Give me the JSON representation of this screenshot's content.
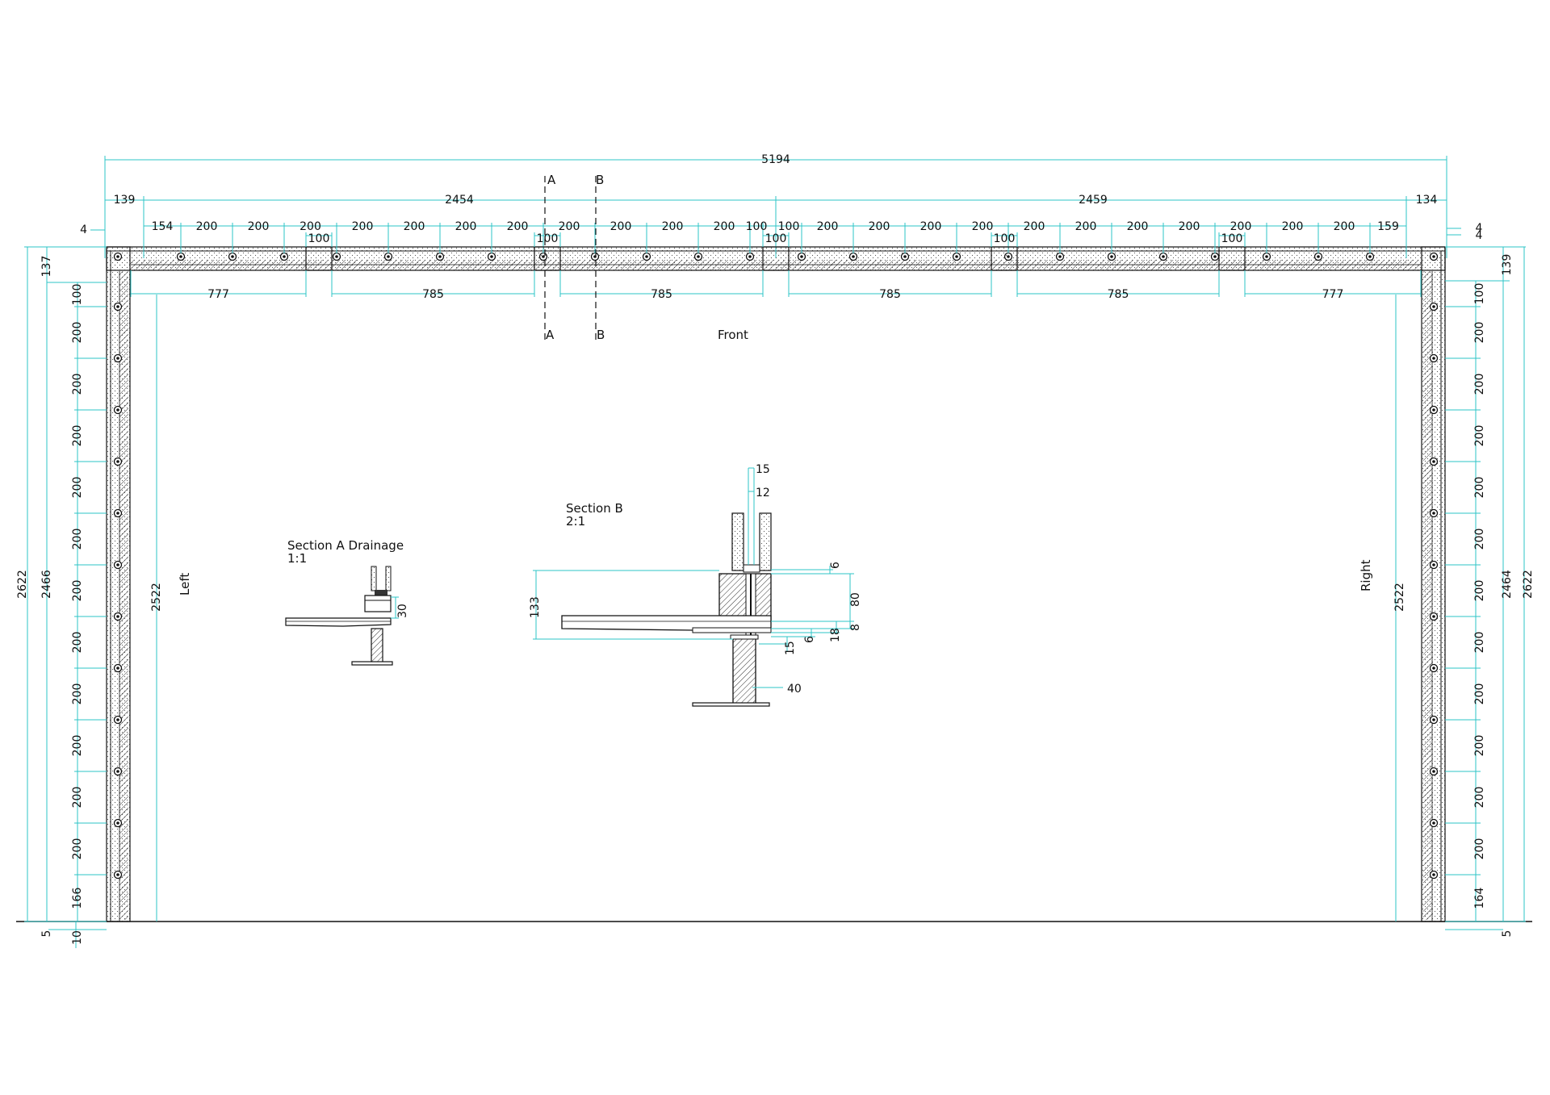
{
  "colors": {
    "dimension": "#2ec4c7",
    "line": "#111111",
    "background": "#ffffff"
  },
  "views": {
    "front": "Front",
    "left": "Left",
    "right": "Right"
  },
  "sections": {
    "a": {
      "title": "Section A Drainage",
      "scale": "1:1",
      "dim": "30"
    },
    "b": {
      "title": "Section B",
      "scale": "2:1",
      "dims": {
        "d15_top": "15",
        "d12": "12",
        "d6_top": "6",
        "d80": "80",
        "d8": "8",
        "d133": "133",
        "d15_low": "15",
        "d6_low": "6",
        "d18": "18",
        "d40": "40"
      }
    }
  },
  "cut_markers": {
    "a": "A",
    "b": "B"
  },
  "top": {
    "overall": "5194",
    "row2": [
      "139",
      "2454",
      "2459",
      "134"
    ],
    "side_offsets": {
      "left": "4",
      "right_upper": "4",
      "right_lower": "4"
    },
    "spacing_left": [
      "154",
      "200",
      "200",
      "200",
      "200",
      "200",
      "200",
      "200",
      "200",
      "200",
      "200",
      "200",
      "100"
    ],
    "spacing_right": [
      "100",
      "200",
      "200",
      "200",
      "200",
      "200",
      "200",
      "200",
      "200",
      "200",
      "200",
      "200",
      "159"
    ],
    "joints": [
      "100",
      "100",
      "100",
      "100",
      "100"
    ],
    "panels": [
      "777",
      "785",
      "785",
      "785",
      "785",
      "777"
    ]
  },
  "left_side": {
    "overall": "2622",
    "mid": "2466",
    "inner": "2522",
    "top_offset": "137",
    "spacing": [
      "100",
      "200",
      "200",
      "200",
      "200",
      "200",
      "200",
      "200",
      "200",
      "200",
      "200",
      "200",
      "166"
    ],
    "bottom_a": "5",
    "bottom_b": "10"
  },
  "right_side": {
    "overall": "2622",
    "mid": "2464",
    "inner": "2522",
    "top_offset": "139",
    "spacing": [
      "100",
      "200",
      "200",
      "200",
      "200",
      "200",
      "200",
      "200",
      "200",
      "200",
      "200",
      "200",
      "164"
    ],
    "bottom": "5"
  }
}
